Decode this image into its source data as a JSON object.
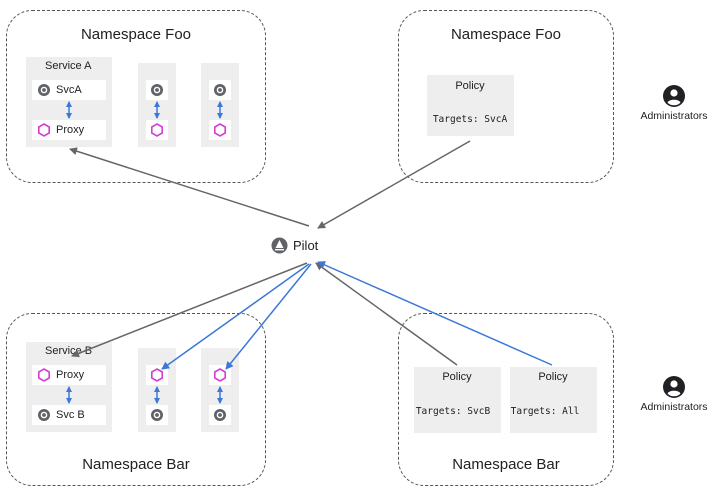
{
  "colors": {
    "gray_arrow": "#666666",
    "blue_arrow": "#3b78d8",
    "proxy_icon": "#d53dd3",
    "box_fill": "#eeeeee",
    "dashed_border": "#555555"
  },
  "namespaces": {
    "foo_services": {
      "title": "Namespace Foo"
    },
    "foo_policy": {
      "title": "Namespace Foo"
    },
    "bar_services": {
      "title": "Namespace Bar"
    },
    "bar_policy": {
      "title": "Namespace Bar"
    }
  },
  "service_a": {
    "title": "Service A",
    "svc_label": "SvcA",
    "proxy_label": "Proxy",
    "svc_icon": "service-icon",
    "proxy_icon": "proxy-hexagon-icon"
  },
  "service_b": {
    "title": "Service B",
    "svc_label": "Svc B",
    "proxy_label": "Proxy",
    "svc_icon": "service-icon",
    "proxy_icon": "proxy-hexagon-icon"
  },
  "policies": {
    "foo": {
      "title": "Policy",
      "target": "Targets: SvcA"
    },
    "bar_svcb": {
      "title": "Policy",
      "target": "Targets: SvcB"
    },
    "bar_all": {
      "title": "Policy",
      "target": "Targets: All"
    }
  },
  "pilot": {
    "label": "Pilot",
    "icon": "pilot-sail-icon"
  },
  "admins": {
    "top": "Administrators",
    "bottom": "Administrators",
    "icon": "account-circle-icon"
  }
}
